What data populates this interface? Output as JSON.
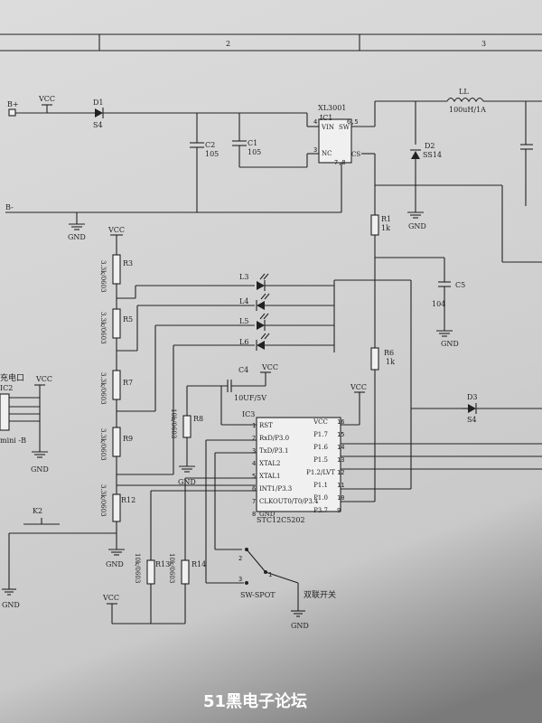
{
  "border": {
    "col2": "2",
    "col3": "3"
  },
  "nets": {
    "vcc": "VCC",
    "gnd": "GND"
  },
  "connectors": {
    "b_plus": "B+",
    "b_minus": "B-",
    "usb_title": "充电口",
    "usb_ref": "IC2",
    "usb_type": "mini -B"
  },
  "diodes": {
    "d1_ref": "D1",
    "d1_val": "S4",
    "d2_ref": "D2",
    "d2_val": "SS14",
    "d3_ref": "D3",
    "d3_val": "S4"
  },
  "capacitors": {
    "c1_ref": "C1",
    "c1_val": "105",
    "c2_ref": "C2",
    "c2_val": "105",
    "c4_ref": "C4",
    "c4_val": "10UF/5V",
    "c5_ref": "C5",
    "c5_val": "104"
  },
  "inductor": {
    "ref": "LL",
    "val": "100uH/1A"
  },
  "ic1": {
    "ref": "IC1",
    "part": "XL3001",
    "pin_vin": "VIN",
    "pin_sw": "SW",
    "pin_nc": "NC",
    "pin_cs": "CS",
    "pn4": "4",
    "pn65": "6,5",
    "pn3": "3",
    "pn78": "7,8"
  },
  "resistors": {
    "r1_ref": "R1",
    "r1_val": "1k",
    "r3_ref": "R3",
    "r3_val": "3.3k/0603",
    "r5_ref": "R5",
    "r5_val": "3.3k/0603",
    "r6_ref": "R6",
    "r6_val": "1k",
    "r7_ref": "R7",
    "r7_val": "3.3k/0603",
    "r8_ref": "R8",
    "r8_val": "10k/0603",
    "r9_ref": "R9",
    "r9_val": "3.3k/0603",
    "r12_ref": "R12",
    "r12_val": "3.3k/0603",
    "r13_ref": "R13",
    "r13_val": "10k/0603",
    "r14_ref": "R14",
    "r14_val": "10k/0603"
  },
  "leds": {
    "l3": "L3",
    "l4": "L4",
    "l5": "L5",
    "l6": "L6"
  },
  "ic3": {
    "ref": "IC3",
    "part": "STC12C5202",
    "left_pins": [
      {
        "num": "1",
        "name": "RST"
      },
      {
        "num": "2",
        "name": "RxD/P3.0"
      },
      {
        "num": "3",
        "name": "TxD/P3.1"
      },
      {
        "num": "4",
        "name": "XTAL2"
      },
      {
        "num": "5",
        "name": "XTAL1"
      },
      {
        "num": "6",
        "name": "INT1/P3.3"
      },
      {
        "num": "7",
        "name": "CLKOUT0/T0/P3.4"
      },
      {
        "num": "8",
        "name": "GND"
      }
    ],
    "right_pins": [
      {
        "num": "16",
        "name": "VCC"
      },
      {
        "num": "15",
        "name": "P1.7"
      },
      {
        "num": "14",
        "name": "P1.6"
      },
      {
        "num": "13",
        "name": "P1.5"
      },
      {
        "num": "12",
        "name": "P1.2/LVT"
      },
      {
        "num": "11",
        "name": "P1.1"
      },
      {
        "num": "10",
        "name": "P1.0"
      },
      {
        "num": "9",
        "name": "P3.7"
      }
    ]
  },
  "switches": {
    "k2": "K2",
    "sw_ref": "SW-SPOT",
    "sw_desc": "双联开关",
    "sw_p1": "1",
    "sw_p2": "2",
    "sw_p3": "3"
  },
  "watermark": "51黑电子论坛"
}
